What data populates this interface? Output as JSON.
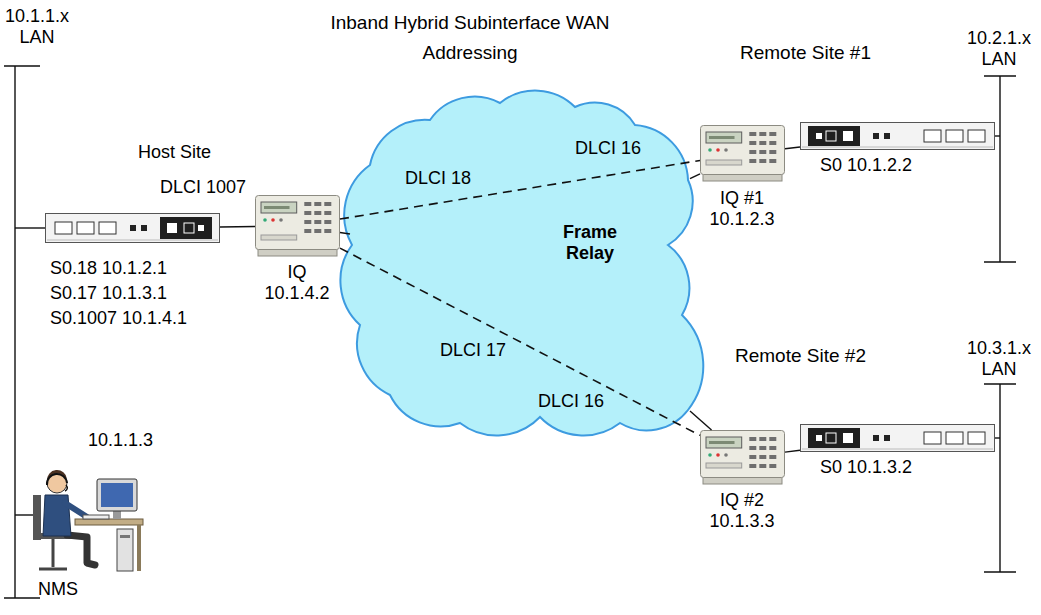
{
  "diagram": {
    "title": "Inband Hybrid Subinterface WAN Addressing",
    "nodes": [
      {
        "text": [
          "S0.18 10.1.2.1",
          "S0.17 10.1.3.1",
          "S0.1007 10.1.4.1"
        ]
      },
      {
        "text": [
          "IQ 10.1.4.2"
        ]
      },
      {
        "text": [
          "10.1.1.3",
          "NMS"
        ]
      },
      {
        "text": [
          "Frame Relay"
        ]
      },
      {
        "text": [
          "IQ #1 10.1.2.3"
        ]
      },
      {
        "text": [
          "S0 10.1.2.2"
        ]
      },
      {
        "text": [
          "IQ #2 10.1.3.3"
        ]
      },
      {
        "text": [
          "S0 10.1.3.2"
        ]
      }
    ],
    "edges": [
      {
        "from": 0,
        "to": 1,
        "arrow": "none"
      },
      {
        "from": 1,
        "to": 3,
        "arrow": "none"
      },
      {
        "from": 3,
        "to": 4,
        "arrow": "none"
      },
      {
        "from": 3,
        "to": 6,
        "arrow": "none"
      },
      {
        "from": 1,
        "to": 4,
        "arrow": "none"
      },
      {
        "from": 1,
        "to": 6,
        "arrow": "none"
      },
      {
        "from": 4,
        "to": 5,
        "arrow": "none"
      },
      {
        "from": 6,
        "to": 7,
        "arrow": "none"
      }
    ],
    "labels": [
      "10.1.1.x LAN",
      "Host Site",
      "DLCI 1007",
      "DLCI 18",
      "DLCI 16",
      "DLCI 17",
      "DLCI 16",
      "Remote Site #1",
      "10.2.1.x LAN",
      "Remote Site #2",
      "10.3.1.x LAN"
    ]
  }
}
